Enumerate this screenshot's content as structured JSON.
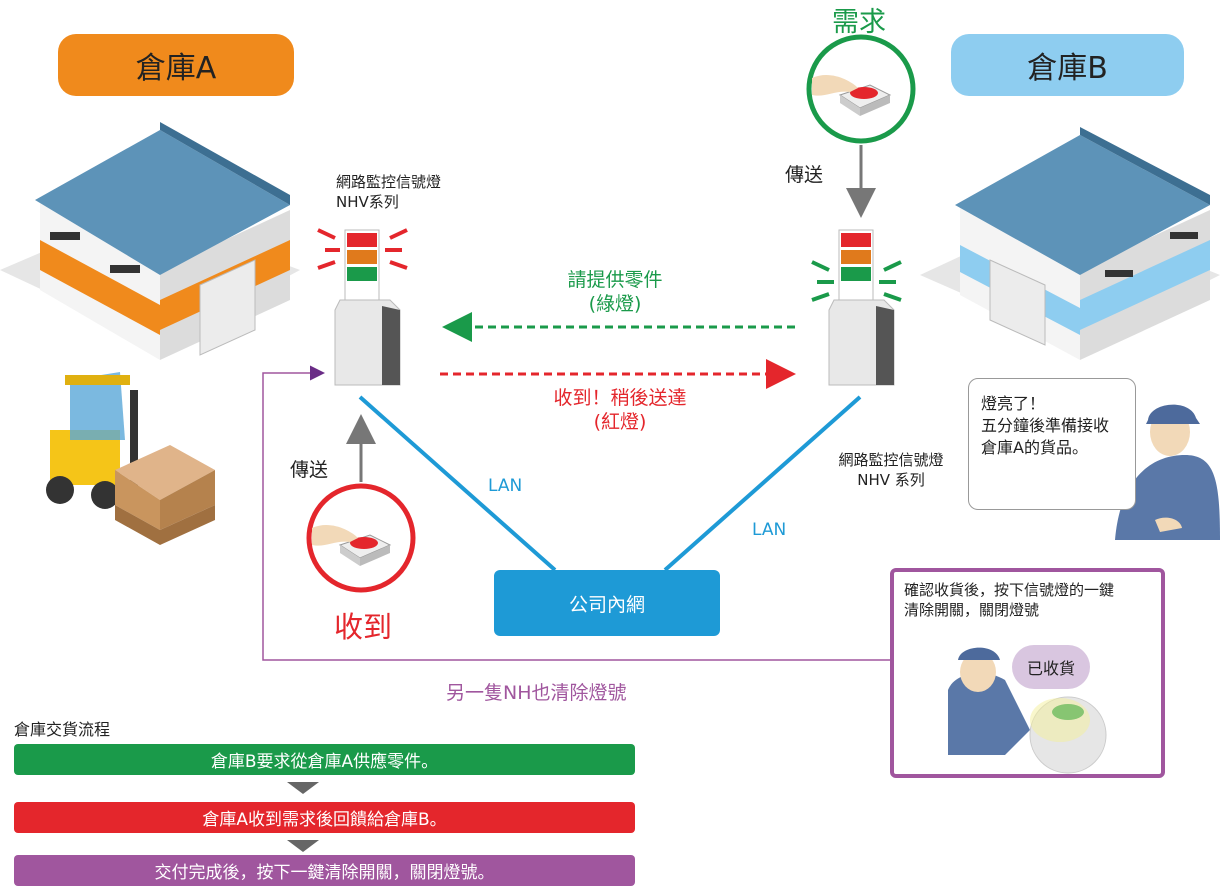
{
  "warehouse_a": {
    "title": "倉庫A",
    "color": "#f08a1c"
  },
  "warehouse_b": {
    "title": "倉庫B",
    "color": "#8ecdf0"
  },
  "light_label_a": {
    "line1": "網路監控信號燈",
    "line2": "NHV系列"
  },
  "light_label_b": {
    "line1": "網路監控信號燈",
    "line2": "NHV 系列"
  },
  "demand": {
    "label": "需求",
    "send": "傳送",
    "color": "#1a9a4a"
  },
  "receive": {
    "label": "收到",
    "send": "傳送",
    "color": "#e4262c"
  },
  "green_msg": {
    "line1": "請提供零件",
    "line2": "(綠燈)"
  },
  "red_msg": {
    "line1": "收到！稍後送達",
    "line2": "(紅燈)"
  },
  "lan_left": "LAN",
  "lan_right": "LAN",
  "intranet": "公司內網",
  "clear_msg": "另一隻NH也清除燈號",
  "worker_b_bubble": {
    "line1": "燈亮了！",
    "line2": "五分鐘後準備接收",
    "line3": "倉庫A的貨品。"
  },
  "confirm_box": {
    "line1": "確認收貨後，按下信號燈的一鍵",
    "line2": "清除開關，關閉燈號",
    "speech": "已收貨"
  },
  "flow": {
    "title": "倉庫交貨流程",
    "steps": [
      {
        "text": "倉庫B要求從倉庫A供應零件。",
        "color": "#1a9a4a"
      },
      {
        "text": "倉庫A收到需求後回饋給倉庫B。",
        "color": "#e4262c"
      },
      {
        "text": "交付完成後，按下一鍵清除開關，關閉燈號。",
        "color": "#a0569e"
      }
    ]
  },
  "colors": {
    "lan": "#1e9ad6",
    "purple": "#a0569e",
    "green": "#1a9a4a",
    "red": "#e4262c"
  }
}
